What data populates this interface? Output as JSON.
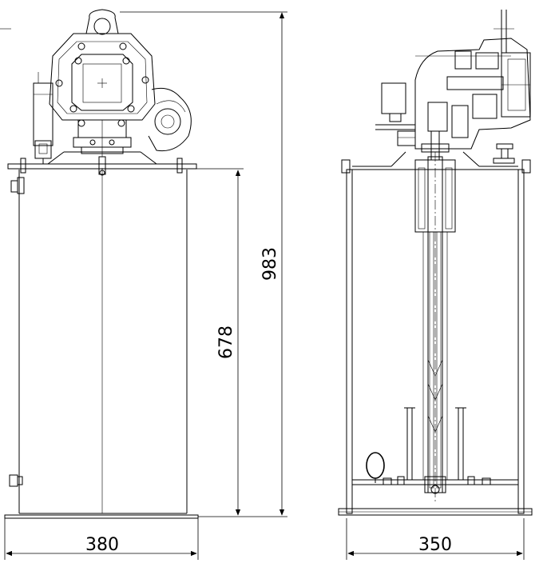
{
  "dimensions": {
    "overall_height": "983",
    "tank_height": "678",
    "base_width": "380",
    "tank_width": "350"
  }
}
